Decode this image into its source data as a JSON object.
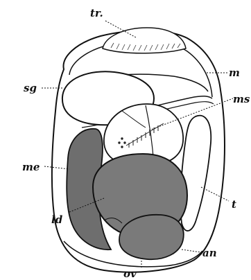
{
  "labels": {
    "tr": "tr.",
    "m": "m",
    "sg": "sg",
    "ms": "ms",
    "me": "me",
    "t": "t",
    "ld": "ld",
    "an": "an",
    "ov": "ov"
  },
  "colors": {
    "ink": "#111111",
    "dark_shade": "#6e6e6e",
    "mid_shade": "#7a7a7a",
    "paper": "#ffffff"
  }
}
